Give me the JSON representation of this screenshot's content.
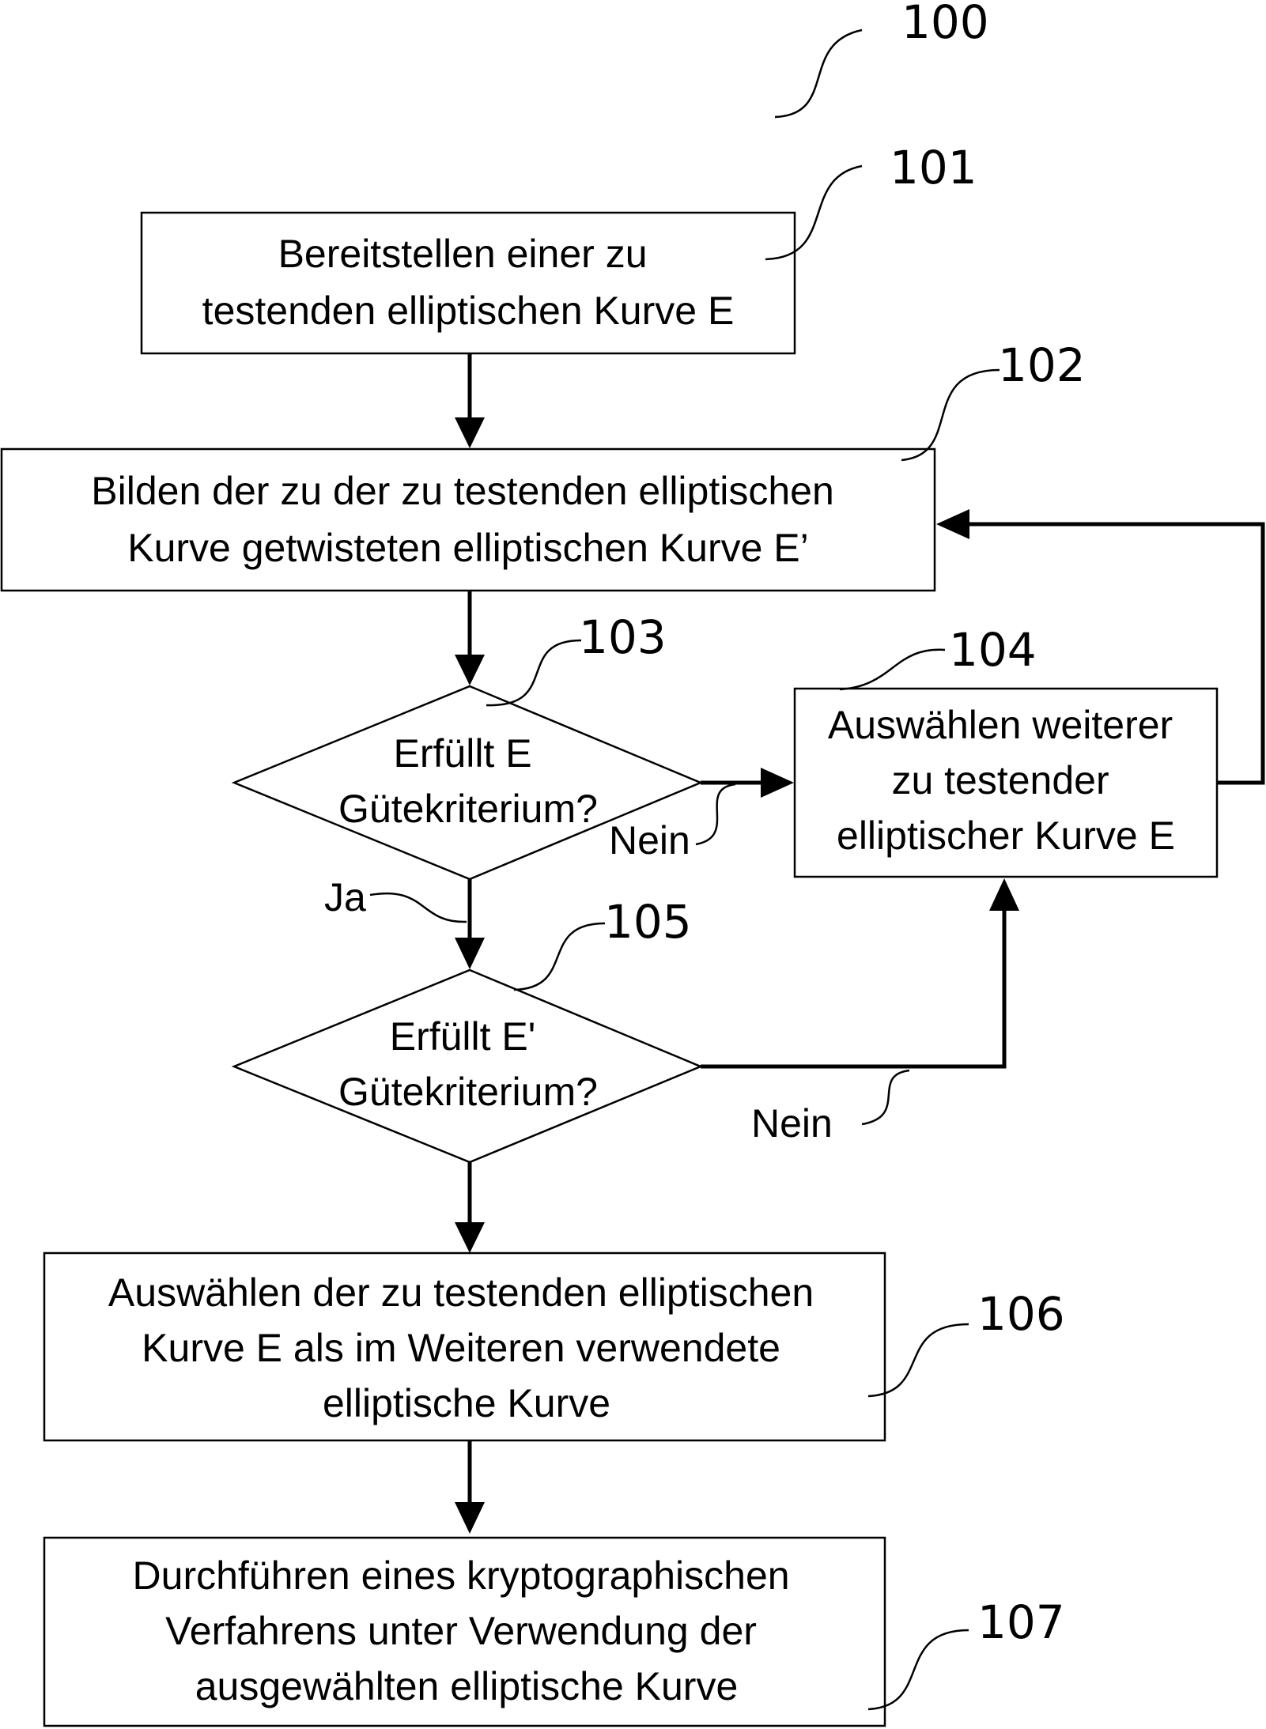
{
  "figure_ref": "100",
  "steps": {
    "s101": {
      "ref": "101",
      "lines": [
        "Bereitstellen einer zu",
        "testenden elliptischen Kurve E"
      ]
    },
    "s102": {
      "ref": "102",
      "lines": [
        "Bilden der zu der zu testenden elliptischen",
        "Kurve getwisteten elliptischen Kurve E’"
      ]
    },
    "s103": {
      "ref": "103",
      "lines": [
        "Erfüllt E",
        "Gütekriterium?"
      ]
    },
    "s104": {
      "ref": "104",
      "lines": [
        "Auswählen weiterer",
        "zu testender",
        "elliptischer Kurve E"
      ]
    },
    "s105": {
      "ref": "105",
      "lines": [
        "Erfüllt E'",
        "Gütekriterium?"
      ]
    },
    "s106": {
      "ref": "106",
      "lines": [
        "Auswählen der zu testenden elliptischen",
        "Kurve E als im Weiteren verwendete",
        "elliptische Kurve"
      ]
    },
    "s107": {
      "ref": "107",
      "lines": [
        "Durchführen eines kryptographischen",
        "Verfahrens unter Verwendung der",
        "ausgewählten elliptische Kurve"
      ]
    }
  },
  "edge_labels": {
    "no_103": "Nein",
    "yes_103": "Ja",
    "no_105": "Nein"
  }
}
